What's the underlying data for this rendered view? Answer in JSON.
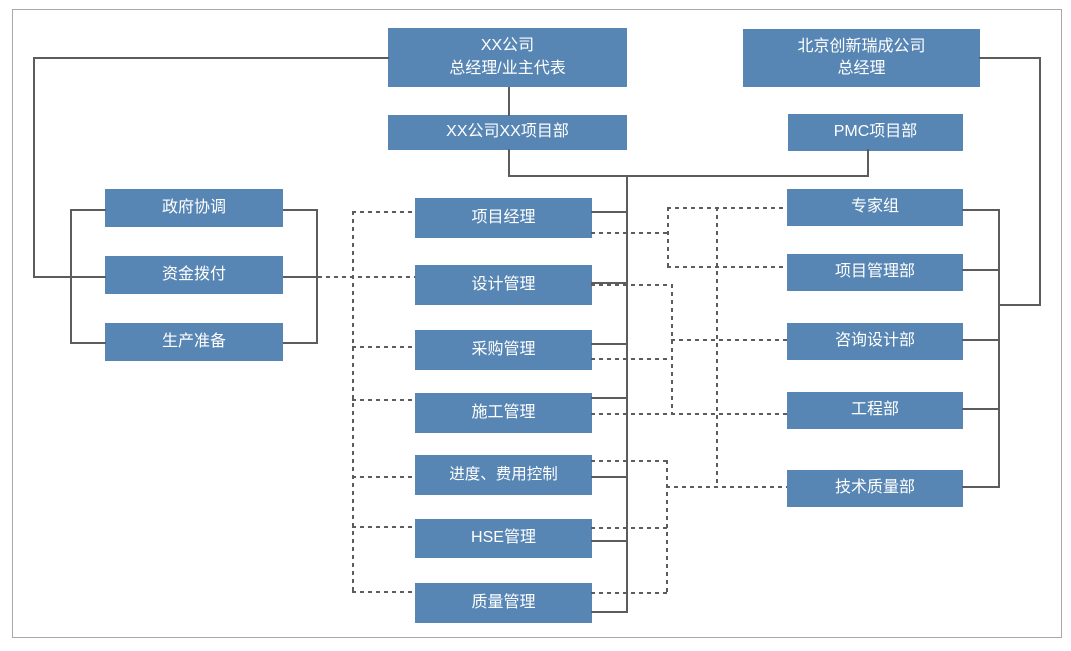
{
  "diagram": {
    "title_none": "",
    "top": {
      "owner_gm": "XX公司\n总经理/业主代表",
      "owner_project_dept": "XX公司XX项目部",
      "pmc_gm": "北京创新瑞成公司\n总经理",
      "pmc_dept": "PMC项目部"
    },
    "left_column": [
      "政府协调",
      "资金拨付",
      "生产准备"
    ],
    "middle_column": [
      "项目经理",
      "设计管理",
      "采购管理",
      "施工管理",
      "进度、费用控制",
      "HSE管理",
      "质量管理"
    ],
    "right_column": [
      "专家组",
      "项目管理部",
      "咨询设计部",
      "工程部",
      "技术质量部"
    ],
    "colors": {
      "box_fill": "#5786b4",
      "box_text": "#ffffff",
      "connector": "#5c5c5c",
      "frame": "#a8a8a8"
    },
    "line_styles": {
      "solid": "direct reporting",
      "dashed": "coordination"
    }
  }
}
